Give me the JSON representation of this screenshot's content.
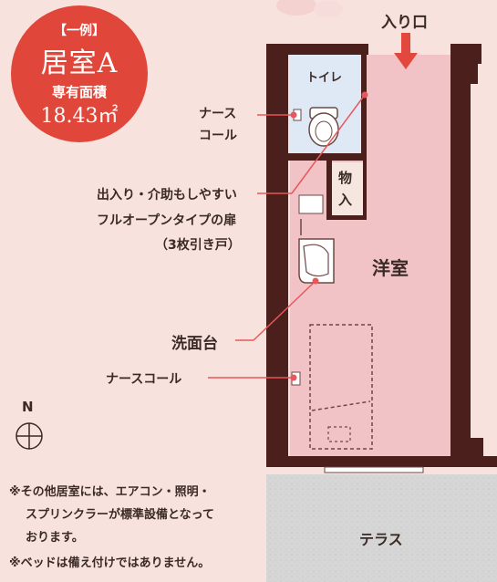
{
  "badge": {
    "type": "【一例】",
    "room": "居室A",
    "area_label": "専有面積",
    "area": "18.43㎡"
  },
  "labels": {
    "entrance": "入り口",
    "toilet": "トイレ",
    "storage_line1": "物",
    "storage_line2": "入",
    "nurse_call_top_line1": "ナース",
    "nurse_call_top_line2": "コール",
    "door_line1": "出入り・介助もしやすい",
    "door_line2": "フルオープンタイプの扉",
    "door_line3": "（3枚引き戸）",
    "western_room": "洋室",
    "washbasin": "洗面台",
    "nurse_call_bottom": "ナースコール",
    "terrace": "テラス",
    "compass": "N"
  },
  "notes": {
    "line1": "※その他居室には、エアコン・照明・",
    "line2": "スプリンクラーが標準設備となって",
    "line3": "おります。",
    "line4": "※ベッドは備え付けではありません。"
  },
  "colors": {
    "background": "#f8e2dd",
    "badge": "#e0473a",
    "wall": "#4a1f1c",
    "room_fill": "#f2c3c6",
    "toilet_fill": "#dfe9f5",
    "accent_line": "#e8575b",
    "terrace": "#d4d4d4",
    "arrow": "#e2483d"
  }
}
